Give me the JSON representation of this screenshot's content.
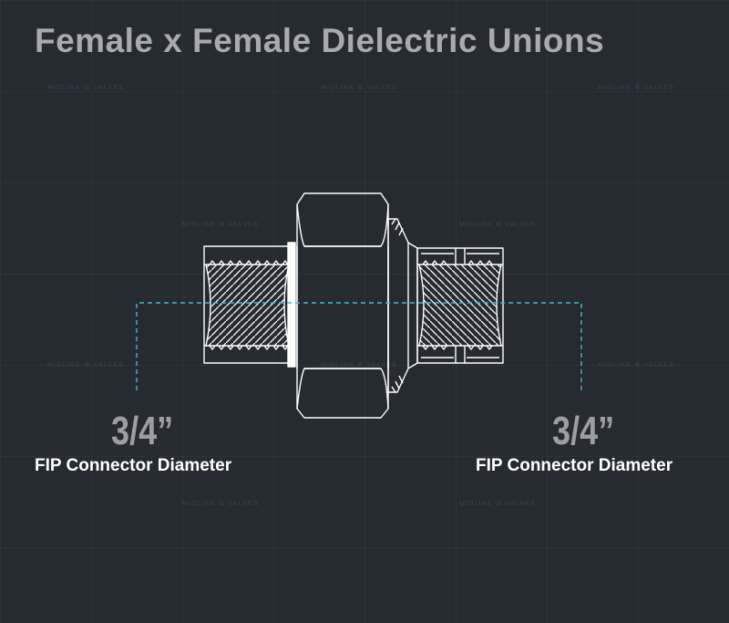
{
  "title": "Female x Female Dielectric Unions",
  "watermark": "MIDLINE ⚙ VALVES",
  "left_connector": {
    "size": "3/4”",
    "label": "FIP Connector Diameter"
  },
  "right_connector": {
    "size": "3/4”",
    "label": "FIP Connector Diameter"
  },
  "colors": {
    "background": "#262a31",
    "line": "#ffffff",
    "dimension_line": "#4fb6c6",
    "title": "#a8aaad",
    "size": "#9c9ea2"
  }
}
